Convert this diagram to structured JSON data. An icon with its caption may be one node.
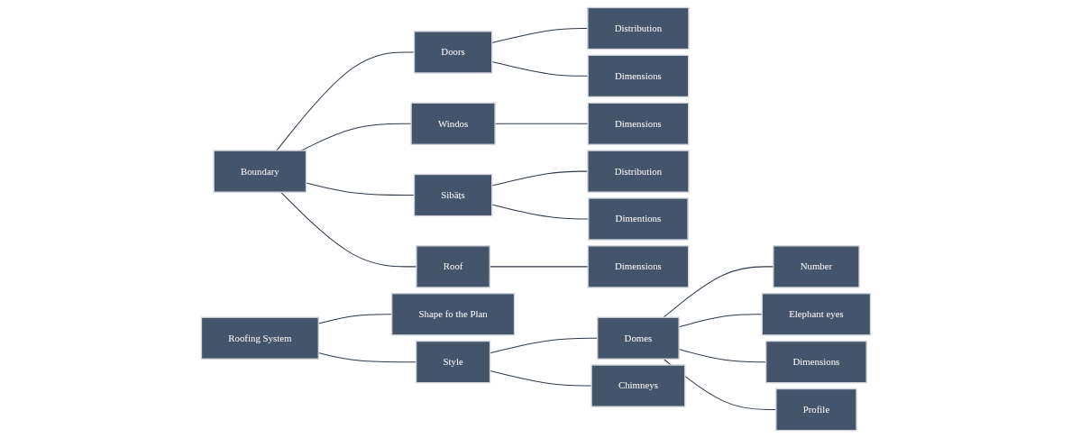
{
  "diagram": {
    "nodes": [
      {
        "text": [
          "Boundary"
        ]
      },
      {
        "text": [
          "Doors"
        ]
      },
      {
        "text": [
          "Distribution"
        ]
      },
      {
        "text": [
          "Dimensions"
        ]
      },
      {
        "text": [
          "Windos"
        ]
      },
      {
        "text": [
          "Dimensions"
        ]
      },
      {
        "text": [
          "Sibāṭs"
        ]
      },
      {
        "text": [
          "Distribution"
        ]
      },
      {
        "text": [
          "Dimentions"
        ]
      },
      {
        "text": [
          "Roof"
        ]
      },
      {
        "text": [
          "Dimensions"
        ]
      },
      {
        "text": [
          "Roofing System"
        ]
      },
      {
        "text": [
          "Shape fo the Plan"
        ]
      },
      {
        "text": [
          "Style"
        ]
      },
      {
        "text": [
          "Domes"
        ]
      },
      {
        "text": [
          "Chimneys"
        ]
      },
      {
        "text": [
          "Number"
        ]
      },
      {
        "text": [
          "Elephant eyes"
        ]
      },
      {
        "text": [
          "Dimensions"
        ]
      },
      {
        "text": [
          "Profile"
        ]
      }
    ],
    "edges": [
      {
        "from": 0,
        "to": 1,
        "arrow": "none"
      },
      {
        "from": 0,
        "to": 4,
        "arrow": "none"
      },
      {
        "from": 0,
        "to": 6,
        "arrow": "none"
      },
      {
        "from": 0,
        "to": 9,
        "arrow": "none"
      },
      {
        "from": 1,
        "to": 2,
        "arrow": "none"
      },
      {
        "from": 1,
        "to": 3,
        "arrow": "none"
      },
      {
        "from": 4,
        "to": 5,
        "arrow": "none"
      },
      {
        "from": 6,
        "to": 7,
        "arrow": "none"
      },
      {
        "from": 6,
        "to": 8,
        "arrow": "none"
      },
      {
        "from": 9,
        "to": 10,
        "arrow": "none"
      },
      {
        "from": 11,
        "to": 12,
        "arrow": "none"
      },
      {
        "from": 11,
        "to": 13,
        "arrow": "none"
      },
      {
        "from": 13,
        "to": 14,
        "arrow": "none"
      },
      {
        "from": 13,
        "to": 15,
        "arrow": "none"
      },
      {
        "from": 14,
        "to": 16,
        "arrow": "none"
      },
      {
        "from": 14,
        "to": 17,
        "arrow": "none"
      },
      {
        "from": 14,
        "to": 18,
        "arrow": "none"
      },
      {
        "from": 14,
        "to": 19,
        "arrow": "none"
      }
    ]
  }
}
